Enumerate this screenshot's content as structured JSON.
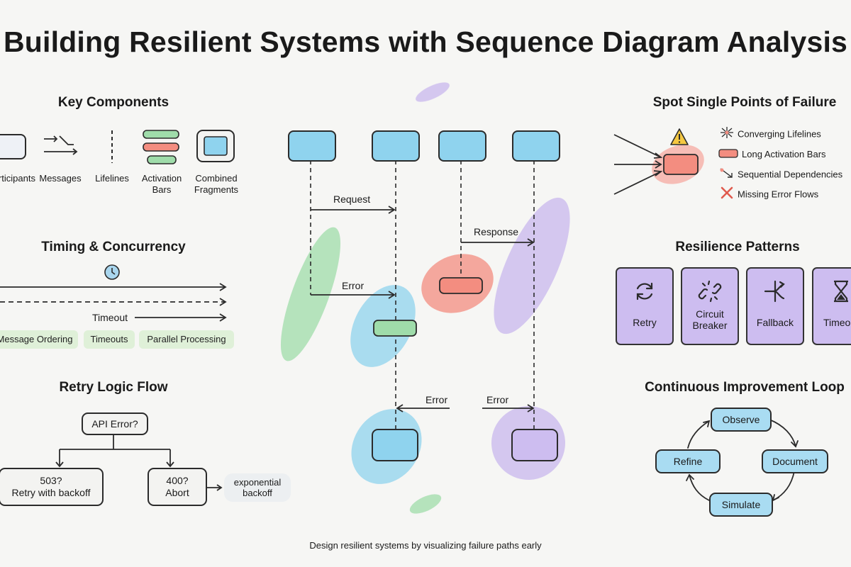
{
  "title": "Building Resilient Systems with Sequence Diagram Analysis",
  "key_components": {
    "heading": "Key Components",
    "items": [
      {
        "label": "Participants"
      },
      {
        "label": "Messages"
      },
      {
        "label": "Lifelines"
      },
      {
        "label": "Activation Bars"
      },
      {
        "label": "Combined Fragments"
      }
    ]
  },
  "timing": {
    "heading": "Timing & Concurrency",
    "timeout_label": "Timeout",
    "pills": [
      "Message Ordering",
      "Timeouts",
      "Parallel Processing"
    ]
  },
  "retry_flow": {
    "heading": "Retry Logic Flow",
    "root": "API Error?",
    "left": "503?\nRetry with backoff",
    "right": "400?\nAbort",
    "note": "exponential\nbackoff"
  },
  "sequence": {
    "messages": {
      "request": "Request",
      "response": "Response",
      "error1": "Error",
      "error2": "Error",
      "error3": "Error"
    }
  },
  "spof": {
    "heading": "Spot Single Points of Failure",
    "items": [
      {
        "label": "Converging Lifelines",
        "icon": "converging-icon"
      },
      {
        "label": "Long Activation Bars",
        "icon": "activation-bar-icon"
      },
      {
        "label": "Sequential Dependencies",
        "icon": "dependency-icon"
      },
      {
        "label": "Missing Error Flows",
        "icon": "x-icon"
      }
    ]
  },
  "patterns": {
    "heading": "Resilience Patterns",
    "items": [
      {
        "label": "Retry",
        "icon": "retry-icon"
      },
      {
        "label": "Circuit\nBreaker",
        "icon": "broken-link-icon"
      },
      {
        "label": "Fallback",
        "icon": "fork-icon"
      },
      {
        "label": "Timeout",
        "icon": "hourglass-icon"
      }
    ]
  },
  "loop": {
    "heading": "Continuous Improvement Loop",
    "nodes": {
      "observe": "Observe",
      "document": "Document",
      "simulate": "Simulate",
      "refine": "Refine"
    }
  },
  "footer": "Design resilient systems by visualizing failure paths early",
  "colors": {
    "blue": "#8fd3ee",
    "green": "#9fdcaa",
    "red": "#f38d80",
    "purple": "#cdbdf0",
    "ink": "#1a1a1a"
  }
}
